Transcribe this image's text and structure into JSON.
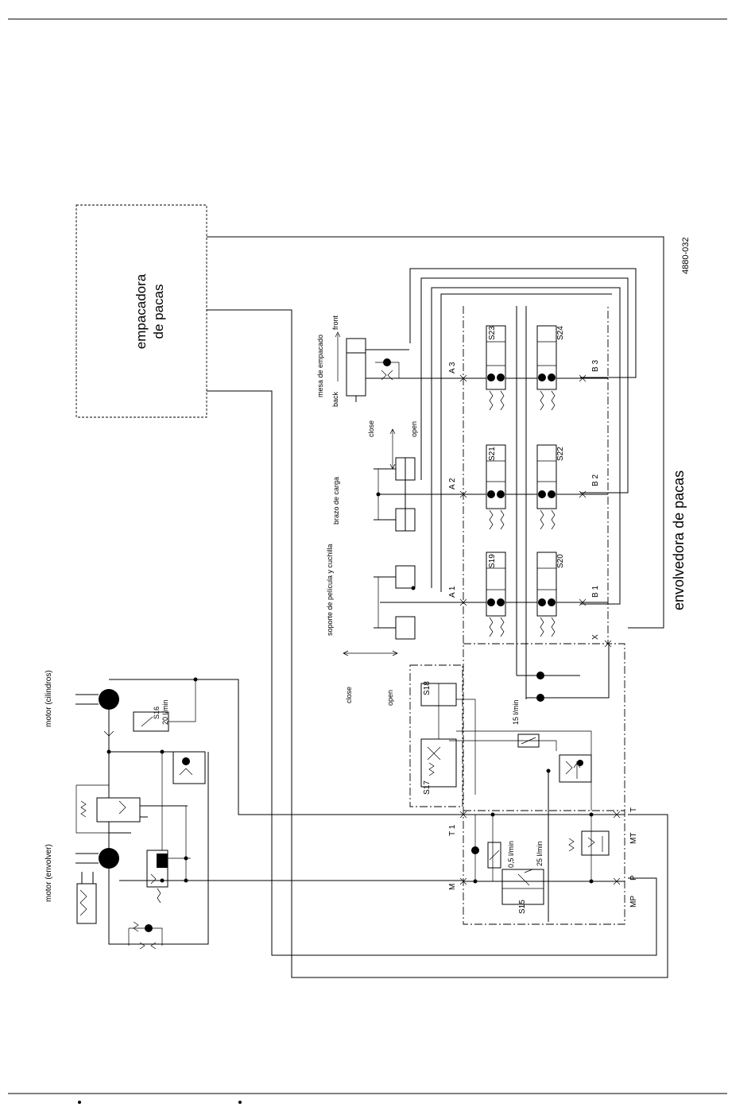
{
  "diagram": {
    "code": "4880-032",
    "block_baler": "empacadora\nde pacas",
    "block_wrapper": "envolvedora de pacas",
    "cylinders": {
      "table": "mesa de empacado",
      "table_back": "back",
      "table_front": "front",
      "arm": "brazo de carga",
      "arm_close": "close",
      "arm_open": "open",
      "film": "soporte de película\ny cuchilla",
      "film_close": "close",
      "film_open": "open"
    },
    "motors": {
      "rollers": "motor (cilindros)",
      "wrapper": "motor (envolver)"
    },
    "valves": {
      "s16": "S16",
      "s16_flow": "20 l/min",
      "s17": "S17",
      "s18": "S18",
      "s15": "S15",
      "s15_flow": "25 l/min",
      "s19": "S19",
      "s20": "S20",
      "s21": "S21",
      "s22": "S22",
      "s23": "S23",
      "s24": "S24",
      "flow_15": "15 l/min",
      "flow_05": "0,5 l/min"
    },
    "ports": {
      "a1": "A 1",
      "a2": "A 2",
      "a3": "A 3",
      "b1": "B 1",
      "b2": "B 2",
      "b3": "B 3",
      "x": "X",
      "t1": "T 1",
      "m": "M",
      "mt": "MT",
      "t": "T",
      "p": "P",
      "mp": "MP"
    }
  }
}
